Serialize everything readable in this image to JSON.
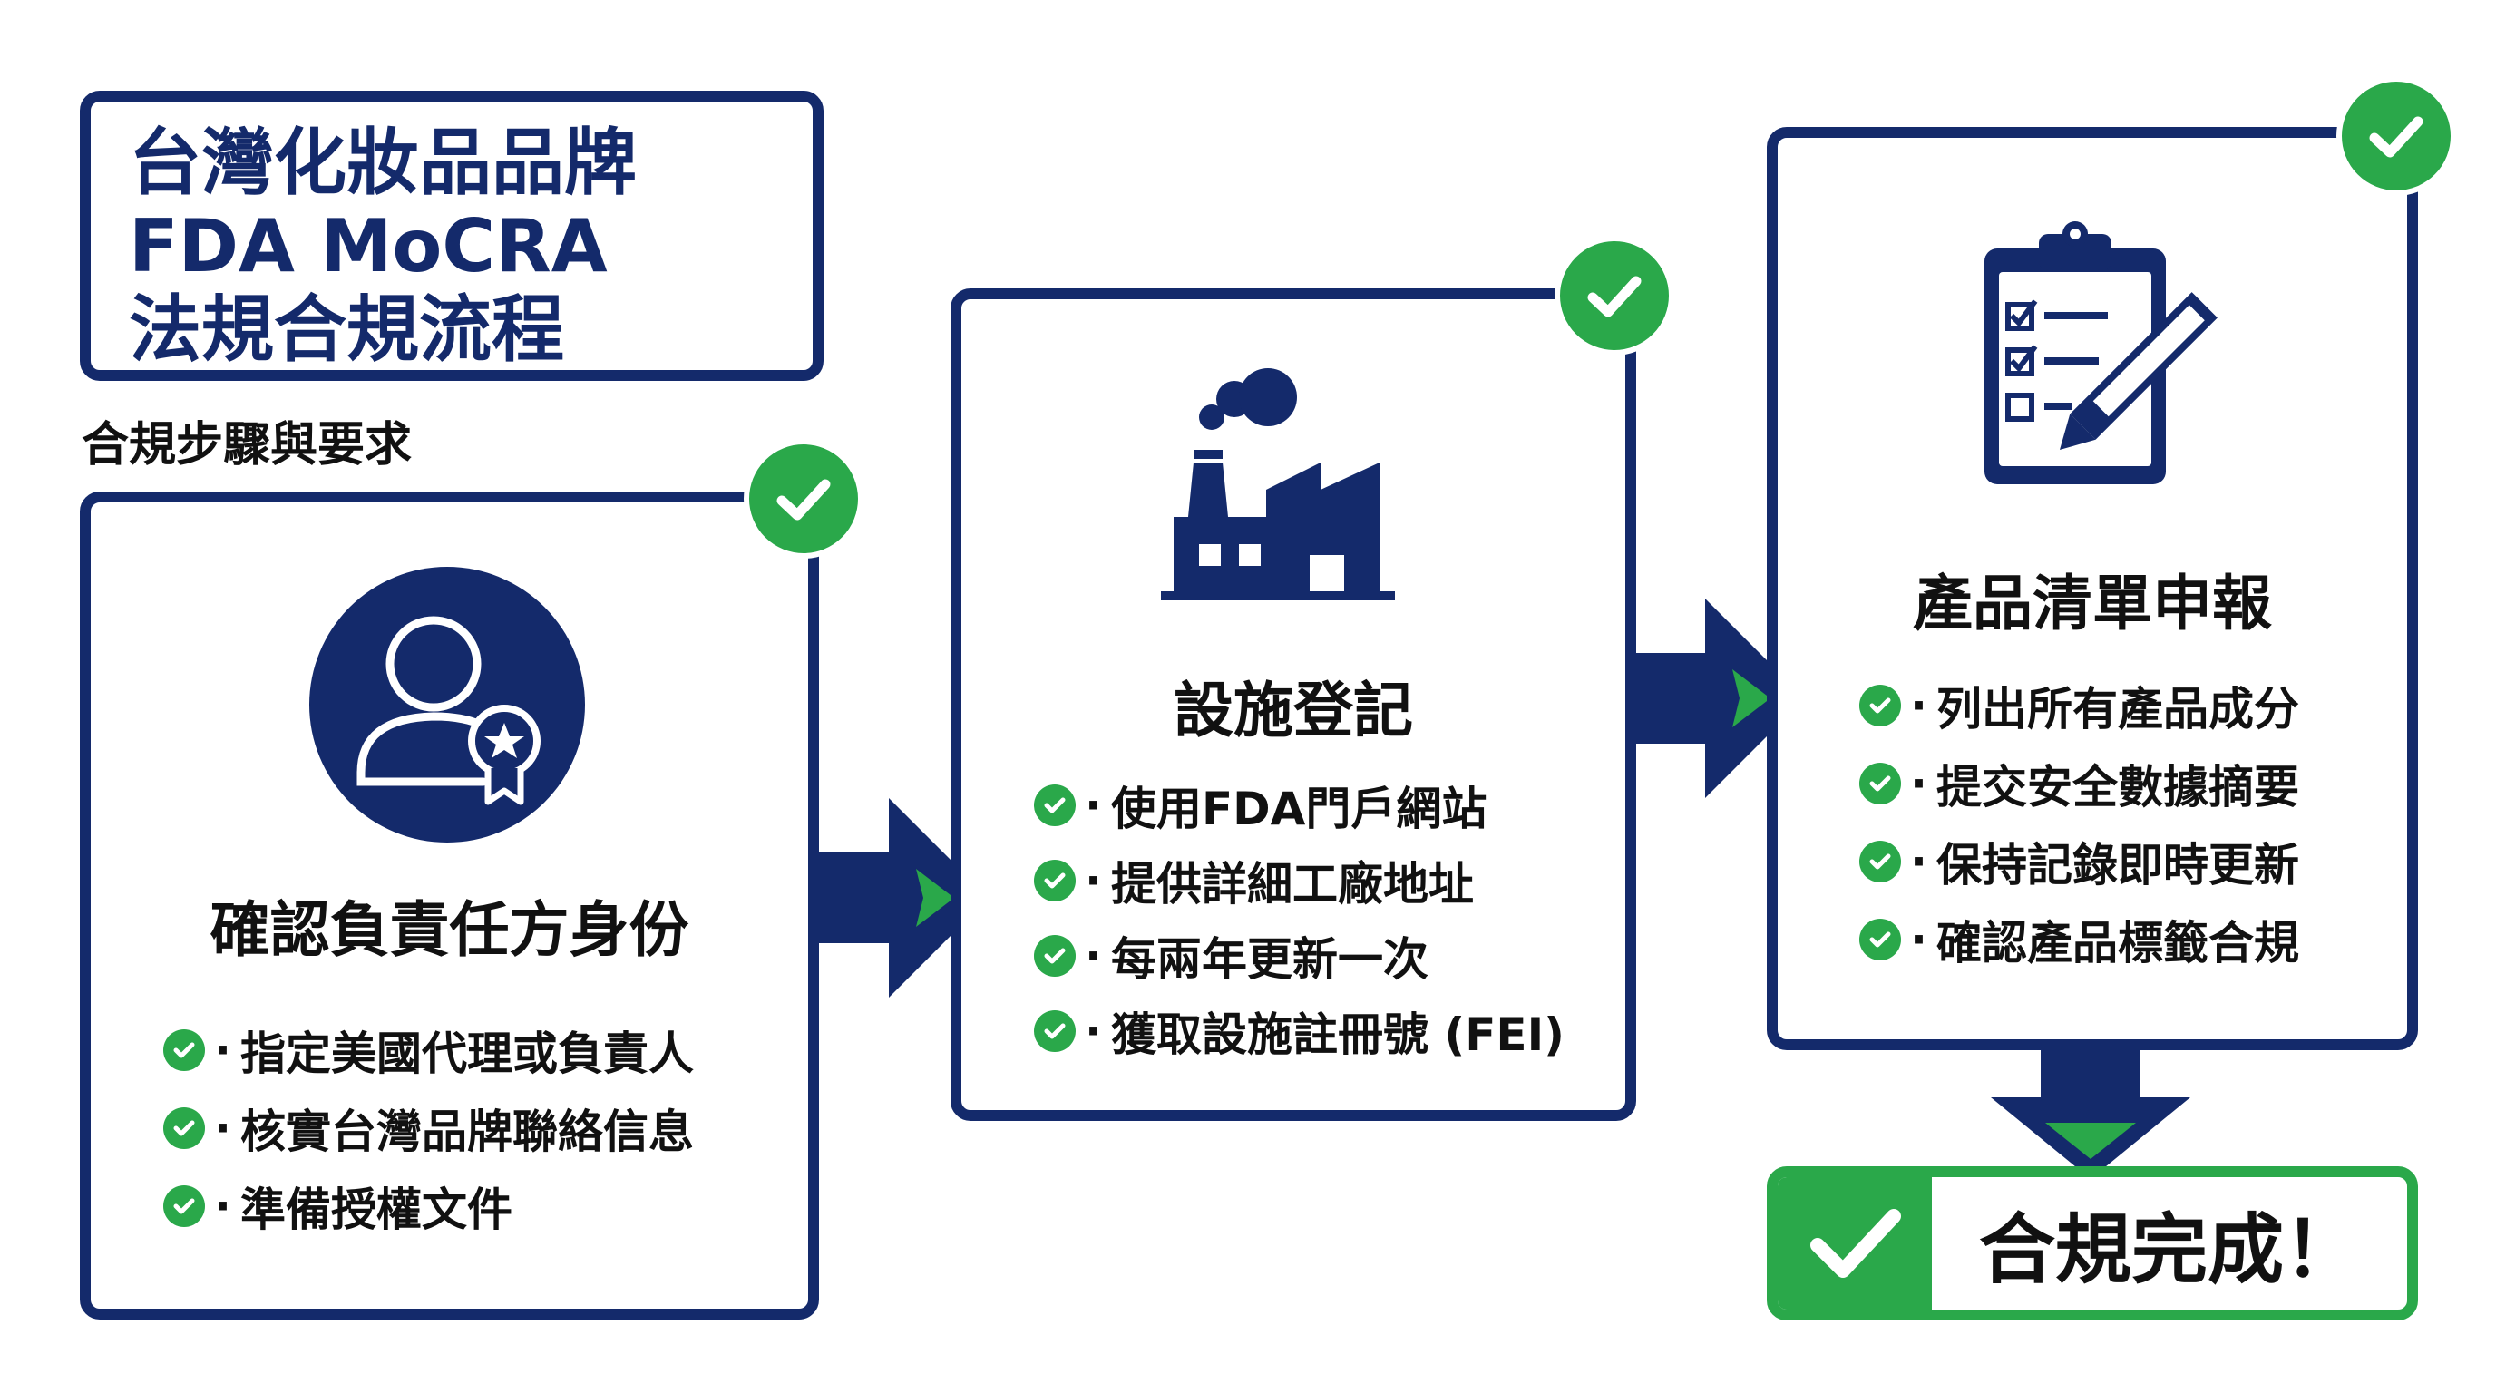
{
  "header": {
    "title_lines": [
      "台灣化妝品品牌",
      "FDA MoCRA",
      "法規合規流程"
    ],
    "subtitle": "合規步驟與要求"
  },
  "steps": [
    {
      "title": "確認負責任方身份",
      "icon": "person-award-icon",
      "items": [
        "指定美國代理或負責人",
        "核實台灣品牌聯絡信息",
        "準備授權文件"
      ]
    },
    {
      "title": "設施登記",
      "icon": "factory-icon",
      "items": [
        "使用FDA門戶網站",
        "提供詳細工廠地址",
        "每兩年更新一次",
        "獲取設施註冊號 (FEI)"
      ]
    },
    {
      "title": "產品清單申報",
      "icon": "clipboard-checklist-icon",
      "items": [
        "列出所有產品成分",
        "提交安全數據摘要",
        "保持記錄即時更新",
        "確認產品標籤合規"
      ]
    }
  ],
  "final": {
    "label": "合規完成！"
  },
  "colors": {
    "navy": "#142a6b",
    "green": "#2aa84a",
    "background": "#ffffff"
  }
}
